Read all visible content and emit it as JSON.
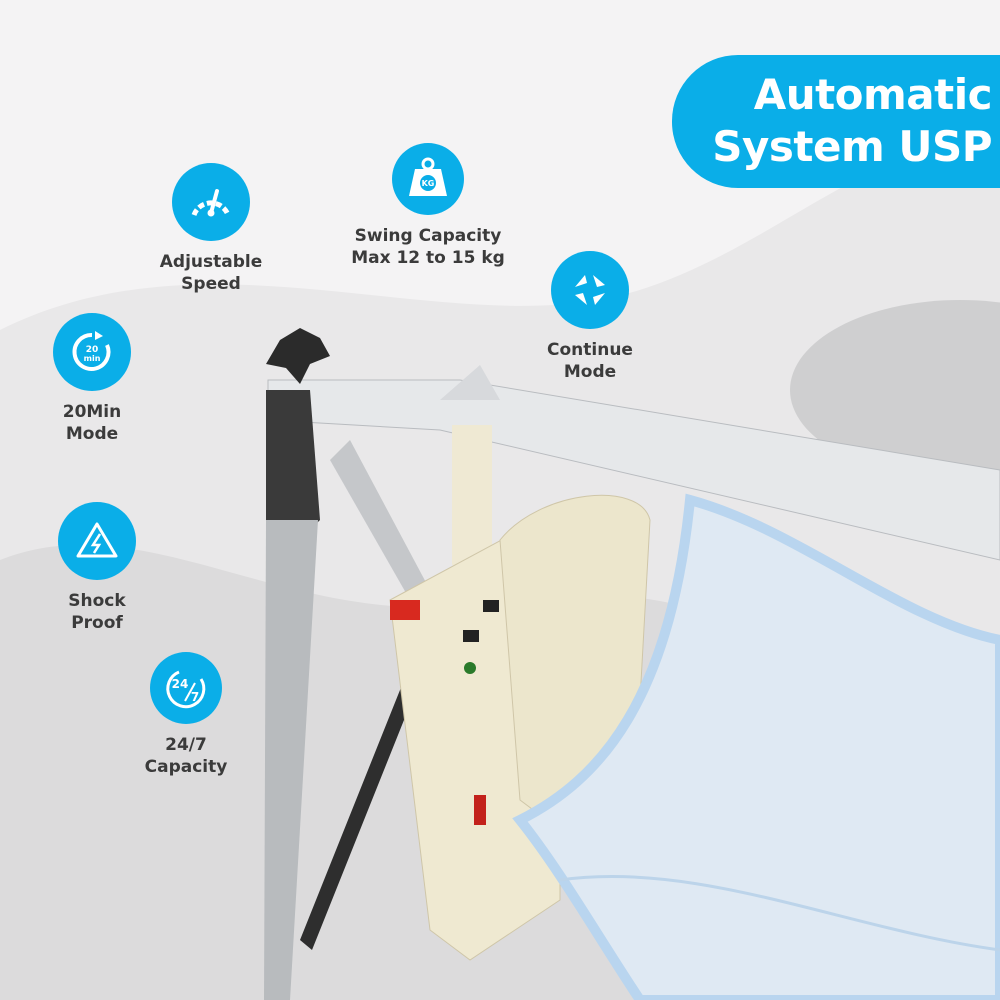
{
  "headline": {
    "line1": "Automatic",
    "line2": "System USP"
  },
  "features": [
    {
      "id": "adjustable-speed",
      "line1": "Adjustable",
      "line2": "Speed",
      "icon": "speedometer-icon"
    },
    {
      "id": "swing-capacity",
      "line1": "Swing Capacity",
      "line2": "Max 12 to 15 kg",
      "icon": "weight-kg-icon",
      "icon_text": "KG"
    },
    {
      "id": "continue-mode",
      "line1": "Continue",
      "line2": "Mode",
      "icon": "cycle-arrows-icon"
    },
    {
      "id": "20min-mode",
      "line1": "20Min",
      "line2": "Mode",
      "icon": "timer-20min-icon",
      "icon_text1": "20",
      "icon_text2": "min"
    },
    {
      "id": "shock-proof",
      "line1": "Shock",
      "line2": "Proof",
      "icon": "shock-warning-icon"
    },
    {
      "id": "capacity-247",
      "line1": "24/7",
      "line2": "Capacity",
      "icon": "clock-247-icon",
      "icon_text1": "24",
      "icon_text2": "7"
    }
  ],
  "colors": {
    "accent": "#0aaee8",
    "text": "#3b3b3b"
  }
}
